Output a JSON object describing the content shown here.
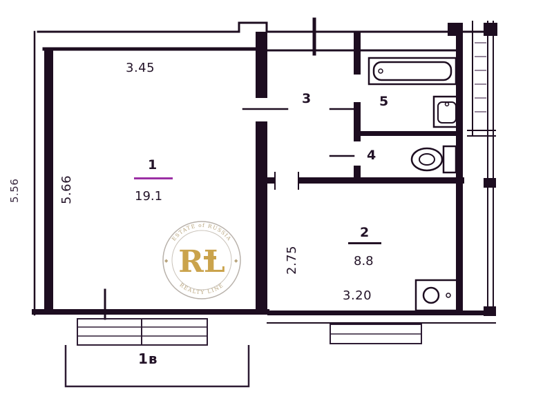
{
  "rooms": {
    "room1": {
      "number": "1",
      "area": "19.1"
    },
    "room2": {
      "number": "2",
      "area": "8.8"
    },
    "room3": {
      "number": "3"
    },
    "room4": {
      "number": "4"
    },
    "room5": {
      "number": "5"
    }
  },
  "dimensions": {
    "room1_width": "3.45",
    "room1_height": "5.66",
    "outer_left_height": "5.56",
    "room2_height": "2.75",
    "room2_width": "3.20"
  },
  "balcony": {
    "label": "1в"
  },
  "watermark": {
    "initials": "RL",
    "arc_top": "ESTATE of RUSSIA",
    "arc_bottom": "REALTY LINE",
    "side_marks": "◆"
  },
  "fixtures": {
    "room5": [
      "bathtub",
      "washbasin"
    ],
    "room4": [
      "toilet"
    ],
    "room2": [
      "kitchen-sink"
    ]
  },
  "colors": {
    "wall": "#1d0d20",
    "thin_line": "#553a5c",
    "underline_room1": "#9b2fa4",
    "underline_room2": "#241326",
    "gold": "#c79d3f",
    "arc_text": "#b29d72"
  }
}
